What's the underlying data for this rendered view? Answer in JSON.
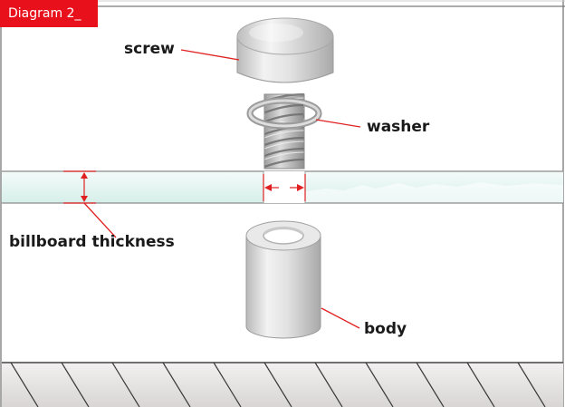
{
  "header": {
    "tag_label": "Diagram 2_"
  },
  "labels": {
    "screw": "screw",
    "washer": "washer",
    "billboard_thickness": "billboard thickness",
    "body": "body"
  },
  "colors": {
    "tag_background": "#e8101b",
    "leader_line": "#e02020",
    "board_fill": "#e4f5f1",
    "ground_fill": "#e9e6e6"
  }
}
